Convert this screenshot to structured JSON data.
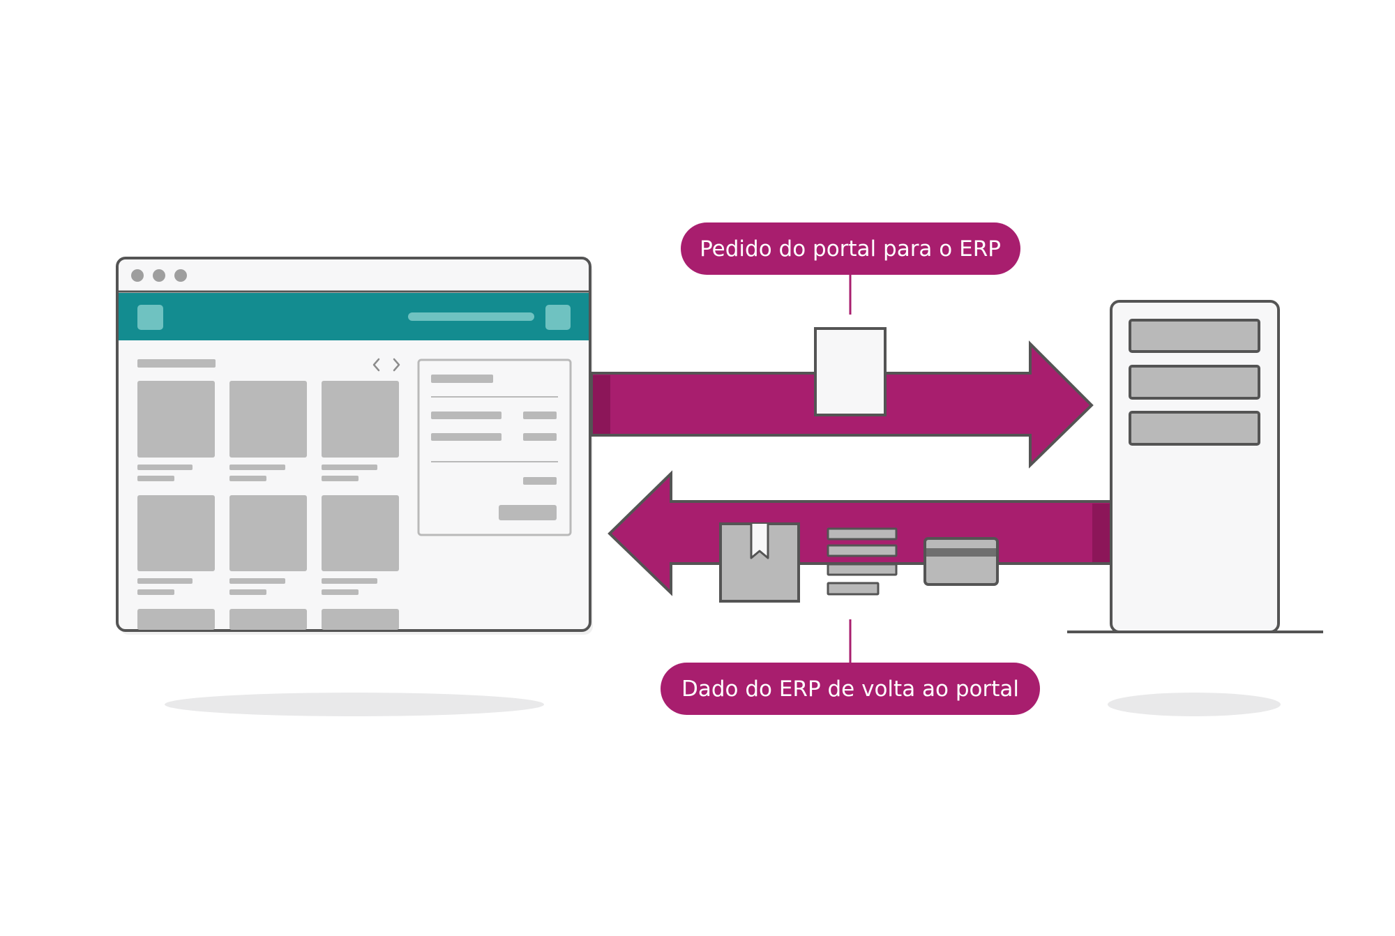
{
  "labels": {
    "request": "Pedido do portal para o ERP",
    "response": "Dado do ERP de volta ao portal"
  },
  "colors": {
    "accent": "#a81e6e",
    "accent_dark": "#8c1659",
    "header": "#138c90",
    "header_light": "#6fc2c1",
    "outline": "#545454",
    "placeholder": "#b9b9b9",
    "panel_bg": "#f7f7f8",
    "shadow": "#e9e9ea"
  },
  "icons": {
    "window_controls": "traffic-light-dots",
    "carousel_nav": "chevron-left-right-icon",
    "package": "box-icon",
    "document": "document-icon",
    "records": "stacked-lines-icon",
    "payment": "credit-card-icon",
    "server": "server-icon"
  }
}
